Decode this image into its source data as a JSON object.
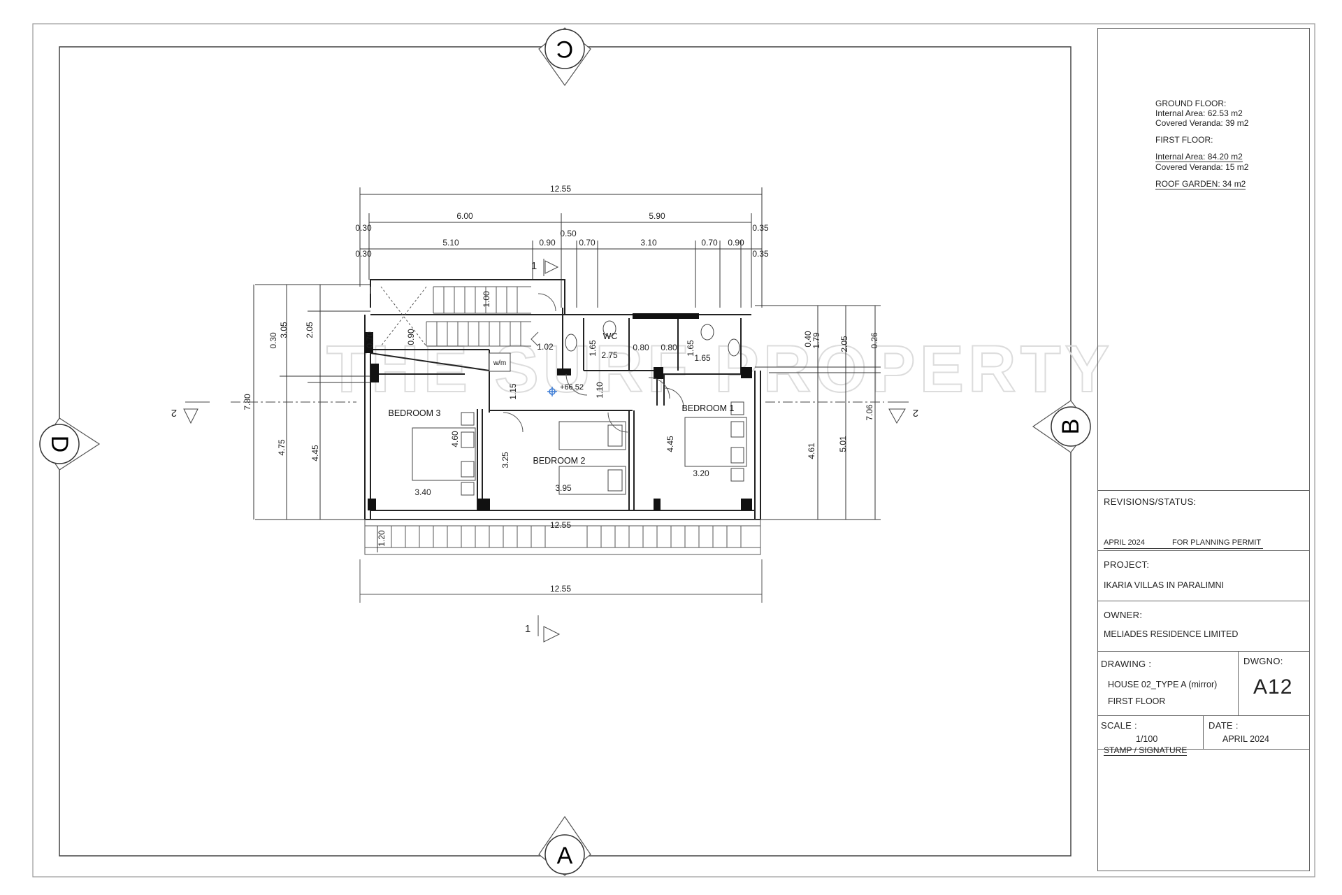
{
  "grid_markers": {
    "top": "C",
    "bottom": "A",
    "left": "D",
    "right": "B"
  },
  "rooms": {
    "bedroom3": "BEDROOM 3",
    "bedroom2": "BEDROOM 2",
    "bedroom1": "BEDROOM 1",
    "wc": "WC",
    "wm": "w/m",
    "level": "+66.52"
  },
  "dims_top": {
    "overall": "12.55",
    "left_half": "6.00",
    "right_half": "5.90",
    "r2_a": "0.30",
    "r2_b": "0.50",
    "r2_c": "0.35",
    "r3_a": "5.10",
    "r3_b": "0.90",
    "r3_c": "0.70",
    "r3_d": "3.10",
    "r3_e": "0.70",
    "r3_f": "0.90",
    "r4_a": "0.30",
    "r4_b": "0.35"
  },
  "dims_bottom": {
    "balcony_width": "12.55",
    "overall": "12.55",
    "balcony_depth": "1.20"
  },
  "dims_left": {
    "overall": "7.80",
    "a": "0.30",
    "b": "3.05",
    "c": "4.75",
    "d": "2.05",
    "e": "4.45"
  },
  "dims_right": {
    "a": "0.40",
    "b": "1.79",
    "c": "2.05",
    "d": "0.26",
    "e": "4.61",
    "f": "5.01",
    "g": "7.06"
  },
  "dims_inner": {
    "stair_1_00": "1.00",
    "stair_0_90": "0.90",
    "wall_0_70": "0.70",
    "d_1_02": "1.02",
    "d_1_65a": "1.65",
    "d_2_75": "2.75",
    "d_0_80a": "0.80",
    "d_0_80b": "0.80",
    "d_1_65b": "1.65",
    "d_1_65c": "1.65",
    "d_1_15": "1.15",
    "d_1_10": "1.10",
    "b3_depth": "4.60",
    "b3_width": "3.40",
    "b2_depth": "3.25",
    "b2_width": "3.95",
    "b1_depth": "4.45",
    "b1_width": "3.20"
  },
  "section_marks": {
    "s1": "1",
    "s2": "2"
  },
  "watermark": "THE SURF PROPERTY",
  "areas": {
    "ground_floor": "GROUND FLOOR:",
    "gf_internal": "Internal Area: 62.53 m2",
    "gf_veranda": "Covered Veranda: 39 m2",
    "first_floor": "FIRST FLOOR:",
    "ff_internal": "Internal Area: 84.20 m2",
    "ff_veranda": "Covered Veranda: 15 m2",
    "roof_garden": "ROOF GARDEN: 34 m2"
  },
  "title_block": {
    "revisions_label": "REVISIONS/STATUS:",
    "rev_date": "APRIL 2024",
    "rev_status": "FOR PLANNING PERMIT",
    "project_label": "PROJECT:",
    "project_value": "IKARIA VILLAS IN PARALIMNI",
    "owner_label": "OWNER:",
    "owner_value": "MELIADES RESIDENCE LIMITED",
    "drawing_label": "DRAWING :",
    "drawing_line1": "HOUSE 02_TYPE A (mirror)",
    "drawing_line2": "FIRST FLOOR",
    "dwgno_label": "DWGNO:",
    "dwgno_value": "A12",
    "scale_label": "SCALE :",
    "scale_value": "1/100",
    "date_label": "DATE :",
    "date_value": "APRIL 2024",
    "stamp_label": "STAMP / SIGNATURE"
  }
}
